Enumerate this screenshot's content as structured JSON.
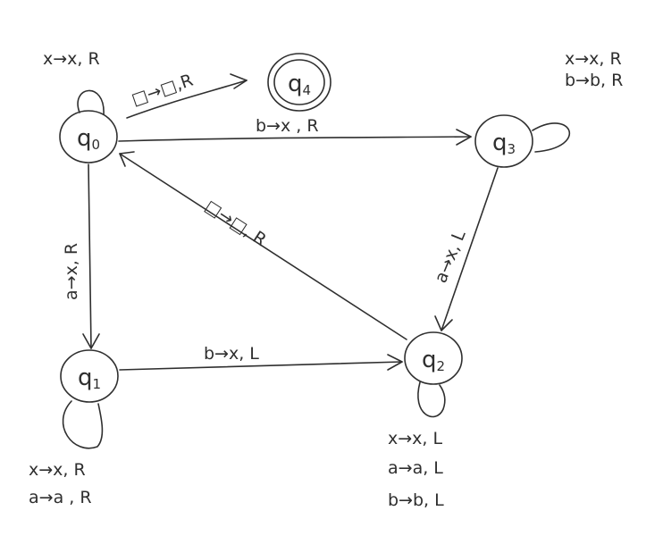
{
  "diagram": {
    "states": {
      "q0": {
        "name": "q",
        "sub": "0"
      },
      "q1": {
        "name": "q",
        "sub": "1"
      },
      "q2": {
        "name": "q",
        "sub": "2"
      },
      "q3": {
        "name": "q",
        "sub": "3"
      },
      "q4": {
        "name": "q",
        "sub": "4",
        "accepting": true
      }
    },
    "transitions": {
      "q0_self": "x→x, R",
      "q0_q4": "□→□,R",
      "q0_q3": "b→x , R",
      "q0_q1": "a→x, R",
      "q1_q2": "b→x, L",
      "q2_q0": "□→□, R",
      "q3_q2": "a→x, L",
      "q3_self": [
        "x→x, R",
        "b→b, R"
      ],
      "q1_self": [
        "x→x, R",
        "a→a , R"
      ],
      "q2_self": [
        "x→x, L",
        "a→a, L",
        "b→b, L"
      ]
    }
  }
}
